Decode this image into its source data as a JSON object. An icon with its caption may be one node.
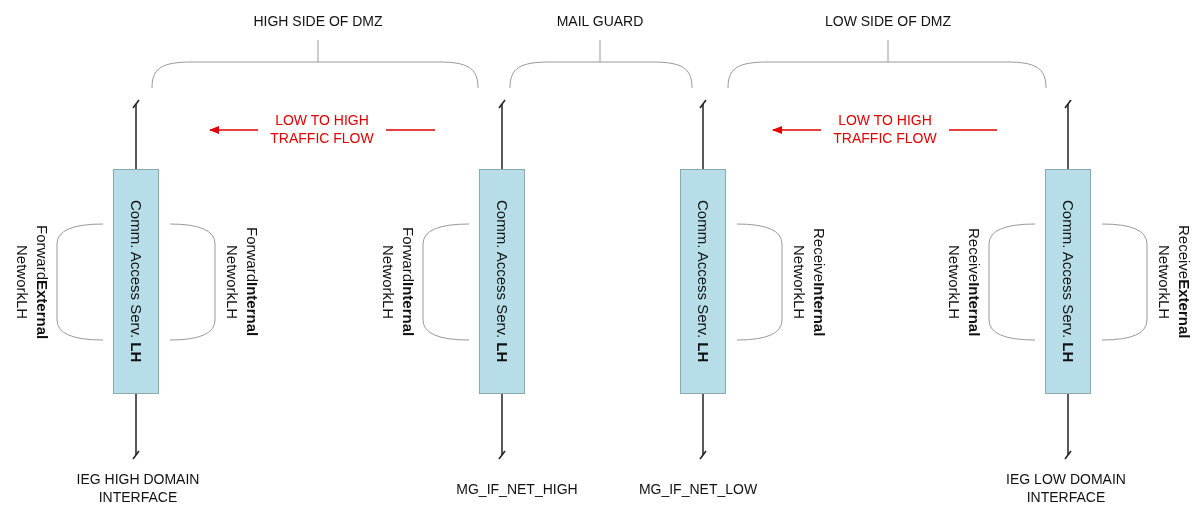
{
  "diagram": {
    "nodes": [
      {
        "text": [
          "Comm. Access Serv. **LH**"
        ]
      },
      {
        "text": [
          "Comm. Access Serv. **LH**"
        ]
      },
      {
        "text": [
          "Comm. Access Serv. **LH**"
        ]
      },
      {
        "text": [
          "Comm. Access Serv. **LH**"
        ]
      }
    ],
    "edges": [],
    "labels": [
      "HIGH SIDE OF DMZ",
      "MAIL GUARD",
      "LOW SIDE OF DMZ",
      "LOW TO HIGH TRAFFIC FLOW",
      "LOW TO HIGH TRAFFIC FLOW",
      "Forward**External** NetworkLH",
      "Forward**Internal** NetworkLH",
      "Forward**Internal** NetworkLH",
      "Receive**Internal** NetworkLH",
      "Receive**Internal** NetworkLH",
      "Receive**External** NetworkLH",
      "IEG HIGH DOMAIN INTERFACE",
      "MG_IF_NET_HIGH",
      "MG_IF_NET_LOW",
      "IEG LOW DOMAIN INTERFACE"
    ]
  }
}
